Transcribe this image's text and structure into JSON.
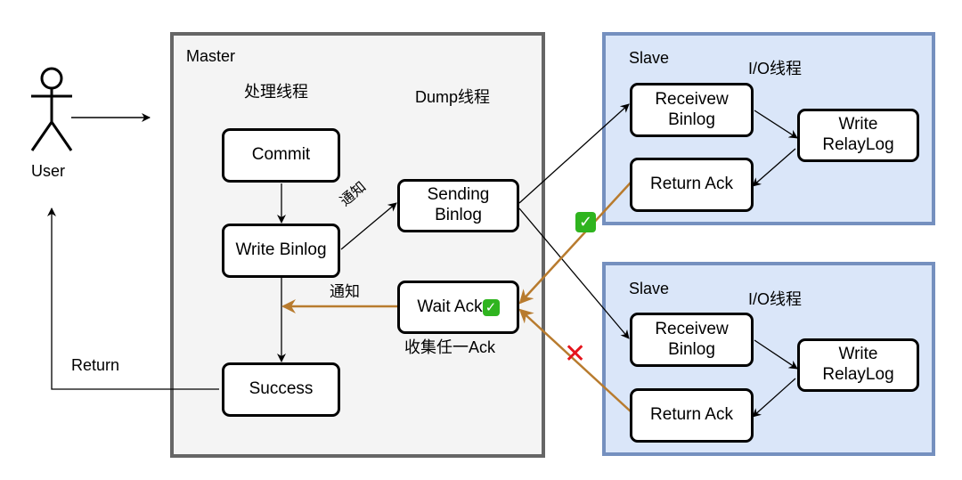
{
  "actor": {
    "label": "User"
  },
  "master": {
    "title": "Master",
    "thread_labels": {
      "process": "处理线程",
      "dump": "Dump线程"
    },
    "nodes": {
      "commit": "Commit",
      "write_binlog": "Write Binlog",
      "success": "Success",
      "sending_binlog": "Sending\nBinlog",
      "wait_ack": "Wait Ack"
    },
    "edge_labels": {
      "notify_dump": "通知",
      "notify_back": "通知"
    },
    "collect_label": "收集任一Ack"
  },
  "return_label": "Return",
  "slaves": [
    {
      "title": "Slave",
      "thread_label": "I/O线程",
      "nodes": {
        "receive": "Receivew\nBinlog",
        "write_relay": "Write\nRelayLog",
        "return_ack": "Return Ack"
      },
      "ack_status": "success"
    },
    {
      "title": "Slave",
      "thread_label": "I/O线程",
      "nodes": {
        "receive": "Receivew\nBinlog",
        "write_relay": "Write\nRelayLog",
        "return_ack": "Return Ack"
      },
      "ack_status": "failed"
    }
  ],
  "icons": {
    "check": "✓",
    "cross": "✕"
  },
  "colors": {
    "ack_line": "#b87b2e",
    "master_border": "#666666",
    "master_fill": "#f4f4f4",
    "slave_border": "#7590bf",
    "slave_fill": "#dae6f9",
    "check": "#2fb41f",
    "cross": "#e5141c"
  }
}
